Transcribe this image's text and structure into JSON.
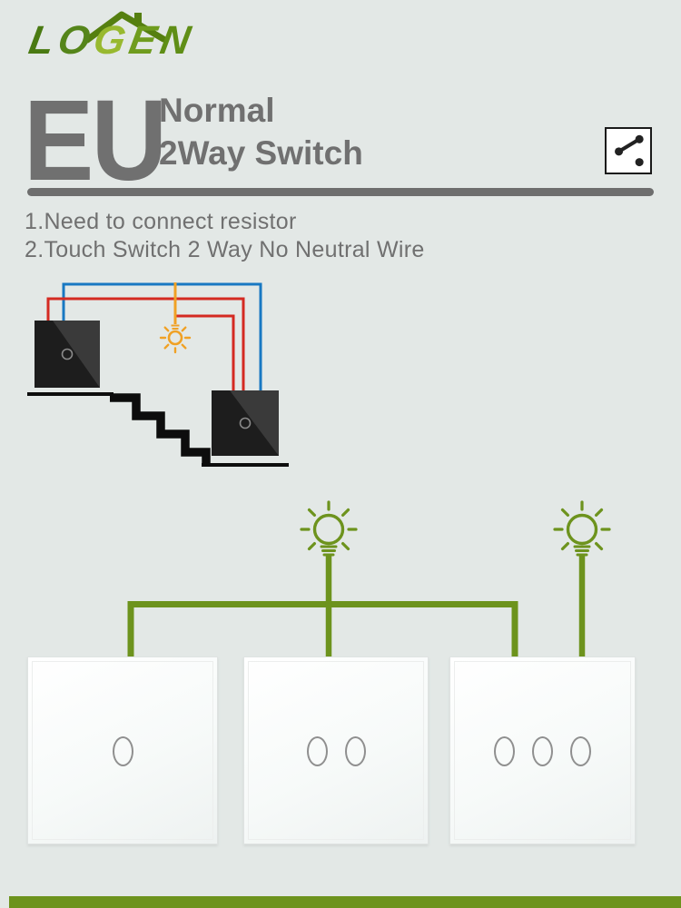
{
  "colors": {
    "background": "#e3e8e6",
    "title-gray": "#707070",
    "divider-gray": "#6e6e6e",
    "icon-black": "#1a1a1a",
    "wire-blue": "#1878c2",
    "wire-red": "#d42a22",
    "wire-orange": "#f0a125",
    "wire-green": "#6d931d",
    "stair-black": "#0d0d0d",
    "switch-black": "#1d1d1d",
    "ring-gray": "#8f8f8f",
    "brand-green-dark": "#4a7a12",
    "brand-green-light": "#98b92f"
  },
  "header": {
    "logo_letters": [
      {
        "char": "L",
        "color": "#4a7a12"
      },
      {
        "char": "O",
        "color": "#55851a"
      },
      {
        "char": "G",
        "color": "#98b92f"
      },
      {
        "char": "E",
        "color": "#6f9c1e"
      },
      {
        "char": "N",
        "color": "#5f8e16"
      }
    ],
    "region": "EU",
    "subtitle_line1": "Normal",
    "subtitle_line2": "2Way Switch",
    "corner_icon": "two-way-switch-symbol"
  },
  "notes": [
    "1.Need to connect resistor",
    "2.Touch Switch 2 Way No Neutral Wire"
  ],
  "staircase_diagram": {
    "description": "Two black 1-gang touch switches at top and bottom of a staircase wired as a 2-way circuit to one pendant lamp",
    "wire_colors": [
      "blue",
      "red",
      "orange"
    ],
    "lamp": "pendant-bulb-lit",
    "switch_count": 2
  },
  "wiring_diagram": {
    "description": "Green single-line wiring joining two lamps with 1-gang, 2-gang and 3-gang white touch switches",
    "lamp_count": 2,
    "switches": [
      {
        "label": "1-gang touch switch",
        "buttons": 1
      },
      {
        "label": "2-gang touch switch",
        "buttons": 2
      },
      {
        "label": "3-gang touch switch",
        "buttons": 3
      }
    ]
  }
}
